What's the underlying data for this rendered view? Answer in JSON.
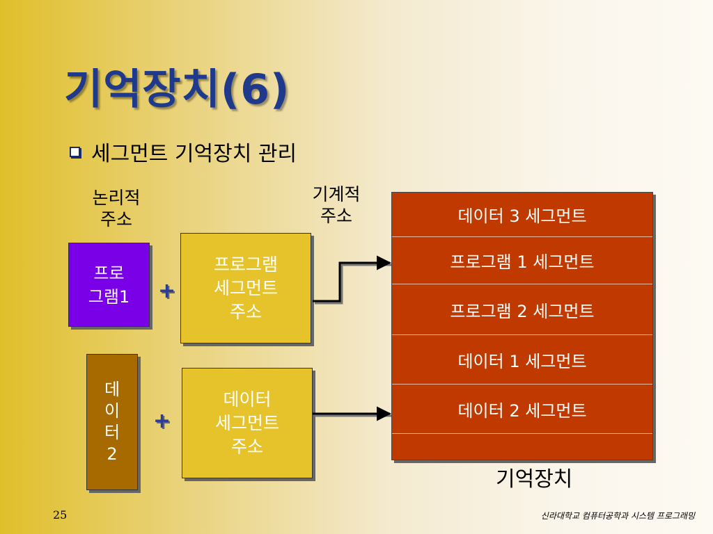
{
  "title": "기억장치(6)",
  "bullet": "세그먼트 기억장치 관리",
  "logical_label": "논리적\n주소",
  "physical_label": "기계적\n주소",
  "program_box": "프로\n그램1",
  "data_box": "데\n이\n터\n2",
  "program_seg_addr": "프로그램\n세그먼트\n주소",
  "data_seg_addr": "데이터\n세그먼트\n주소",
  "plus": "+",
  "segments": [
    "데이터 3 세그먼트",
    "프로그램 1 세그먼트",
    "프로그램 2 세그먼트",
    "데이터 1 세그먼트",
    "데이터 2 세그먼트"
  ],
  "memory_label": "기억장치",
  "page_number": "25",
  "footer": "신라대학교 컴퓨터공학과 시스템 프로그래밍",
  "colors": {
    "title": "#1f3a8c",
    "program_box": "#7a00e8",
    "data_box": "#a66a00",
    "address_box": "#e6c32b",
    "memory": "#c03a00"
  }
}
